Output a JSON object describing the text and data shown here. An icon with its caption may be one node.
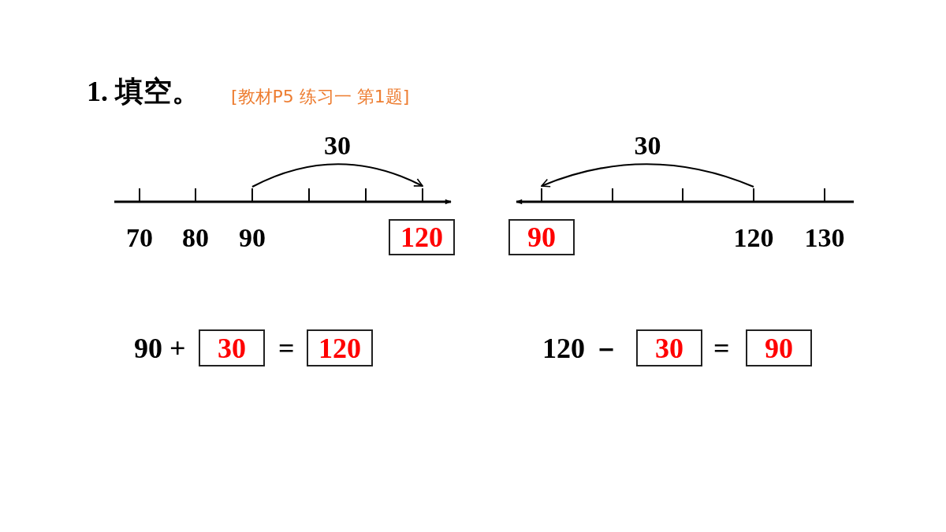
{
  "diagram": {
    "title": "1. 填空。",
    "nodes": [
      {
        "text": [
          "90"
        ]
      },
      {
        "text": [
          "120"
        ]
      },
      {
        "text": [
          "90"
        ]
      },
      {
        "text": [
          "120"
        ]
      },
      {
        "text": [
          "30"
        ]
      },
      {
        "text": [
          "120"
        ]
      },
      {
        "text": [
          "30"
        ]
      },
      {
        "text": [
          "90"
        ]
      }
    ],
    "edges": [
      {
        "from": 0,
        "to": 1,
        "arrow": "to",
        "label": "30"
      },
      {
        "from": 3,
        "to": 2,
        "arrow": "to",
        "label": "30"
      }
    ],
    "labels": [
      "[教材P5 练习一 第1题]",
      "70",
      "80",
      "130",
      "90 +",
      "=",
      "120 －",
      "="
    ]
  }
}
